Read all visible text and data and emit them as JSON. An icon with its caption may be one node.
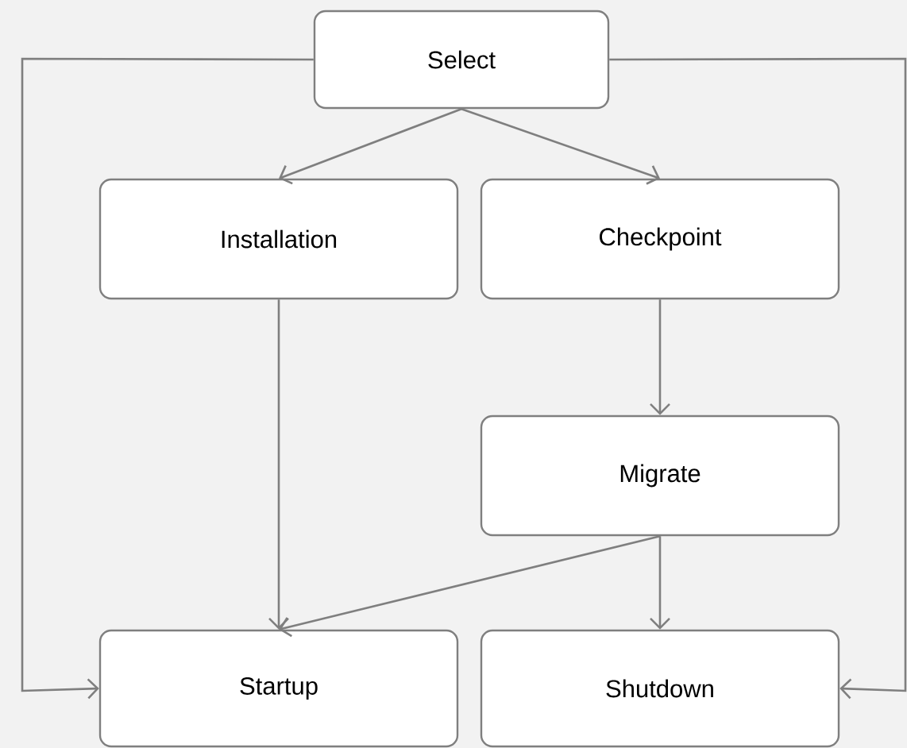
{
  "diagram": {
    "nodes": [
      {
        "text": [
          "Select"
        ]
      },
      {
        "text": [
          "Installation"
        ]
      },
      {
        "text": [
          "Checkpoint"
        ]
      },
      {
        "text": [
          "Migrate"
        ]
      },
      {
        "text": [
          "Startup"
        ]
      },
      {
        "text": [
          "Shutdown"
        ]
      }
    ],
    "edges": [
      {
        "from": 0,
        "to": 1,
        "arrow": "to"
      },
      {
        "from": 0,
        "to": 2,
        "arrow": "to"
      },
      {
        "from": 2,
        "to": 3,
        "arrow": "to"
      },
      {
        "from": 1,
        "to": 4,
        "arrow": "to"
      },
      {
        "from": 3,
        "to": 4,
        "arrow": "to"
      },
      {
        "from": 3,
        "to": 5,
        "arrow": "to"
      },
      {
        "from": 0,
        "to": 4,
        "arrow": "to"
      },
      {
        "from": 0,
        "to": 5,
        "arrow": "to"
      }
    ]
  }
}
